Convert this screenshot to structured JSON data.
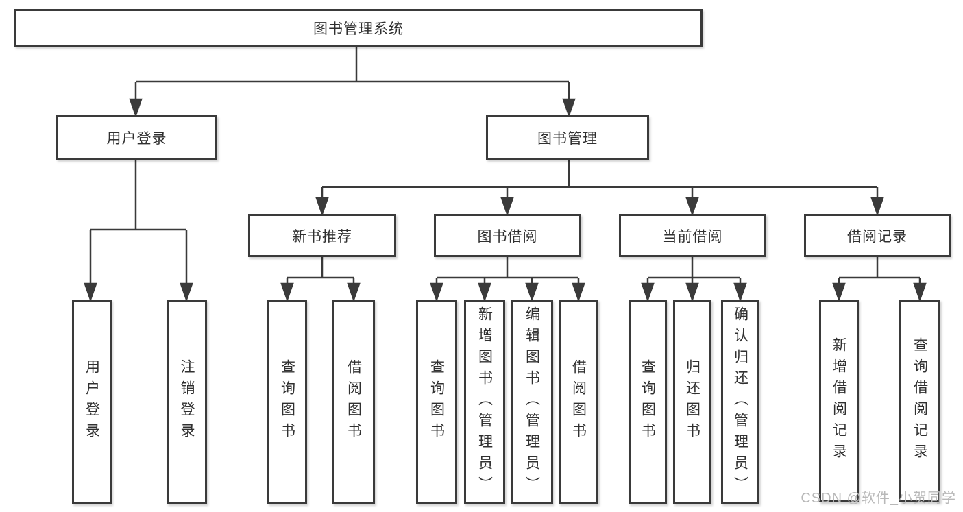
{
  "nodes": {
    "root": "图书管理系统",
    "user_login": "用户登录",
    "book_management": "图书管理",
    "new_book_recommend": "新书推荐",
    "book_borrowing": "图书借阅",
    "current_borrowing": "当前借阅",
    "borrowing_records": "借阅记录",
    "leaves": {
      "user_login": [
        "用户登录",
        "注销登录"
      ],
      "new_book_recommend": [
        "查询图书",
        "借阅图书"
      ],
      "book_borrowing": [
        "查询图书",
        "新增图书（管理员）",
        "编辑图书（管理员）",
        "借阅图书"
      ],
      "current_borrowing": [
        "查询图书",
        "归还图书",
        "确认归还（管理员）"
      ],
      "borrowing_records": [
        "新增借阅记录",
        "查询借阅记录"
      ]
    }
  },
  "watermark": "CSDN @软件_小贺同学",
  "colors": {
    "line": "#3a3a3a",
    "text": "#303030",
    "background": "#ffffff",
    "watermark": "#b8b8b8"
  }
}
